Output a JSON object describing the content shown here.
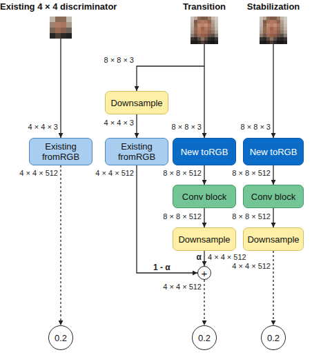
{
  "diagram": {
    "nodes": [
      {
        "text": [
          "Existing fromRGB"
        ]
      },
      {
        "text": [
          "0.2"
        ]
      },
      {
        "text": [
          "Downsample"
        ]
      },
      {
        "text": [
          "Existing fromRGB"
        ]
      },
      {
        "text": [
          "New toRGB"
        ]
      },
      {
        "text": [
          "Conv block"
        ]
      },
      {
        "text": [
          "Downsample"
        ]
      },
      {
        "text": [
          "+"
        ]
      },
      {
        "text": [
          "0.2"
        ]
      },
      {
        "text": [
          "New toRGB"
        ]
      },
      {
        "text": [
          "Conv block"
        ]
      },
      {
        "text": [
          "Downsample"
        ]
      },
      {
        "text": [
          "0.2"
        ]
      }
    ],
    "edges": [
      {
        "from": 0,
        "to": 1,
        "arrow": "to"
      },
      {
        "from": 2,
        "to": 3,
        "arrow": "to"
      },
      {
        "from": 3,
        "to": 7,
        "label": "1 - α",
        "arrow": "to"
      },
      {
        "from": 4,
        "to": 5,
        "arrow": "to"
      },
      {
        "from": 5,
        "to": 6,
        "arrow": "to"
      },
      {
        "from": 6,
        "to": 7,
        "label": "α",
        "arrow": "to"
      },
      {
        "from": 7,
        "to": 8,
        "arrow": "to"
      },
      {
        "from": 9,
        "to": 10,
        "arrow": "to"
      },
      {
        "from": 10,
        "to": 11,
        "arrow": "to"
      },
      {
        "from": 11,
        "to": 12,
        "arrow": "to"
      }
    ],
    "labels": [
      "Existing 4 × 4 discriminator",
      "Transition",
      "Stabilization",
      "4 × 4 × 3",
      "4 × 4 × 512",
      "8 × 8 × 3",
      "4 × 4 × 3",
      "8 × 8 × 3",
      "4 × 4 × 512",
      "8 × 8 × 512",
      "8 × 8 × 512",
      "4 × 4 × 512",
      "4 × 4 × 512",
      "8 × 8 × 3",
      "8 × 8 × 512",
      "8 × 8 × 512",
      "4 × 4 × 512"
    ]
  }
}
